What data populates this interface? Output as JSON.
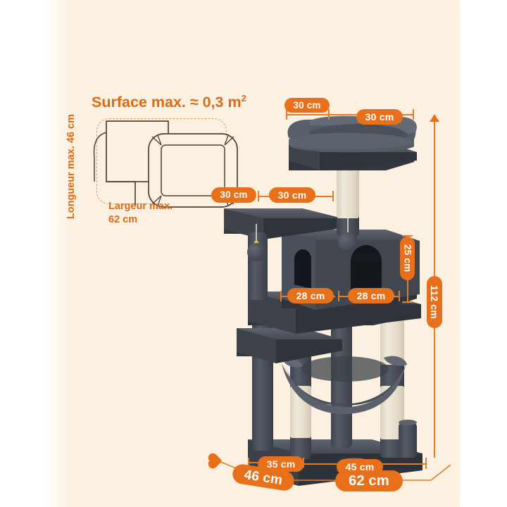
{
  "colors": {
    "background": "#ffffff",
    "panel": "#fcf0e0",
    "accent": "#e8701a",
    "accent_line": "#e07c2a",
    "fur_dark": "#4a4f59",
    "fur_mid": "#5a6069",
    "sisal": "#e8e2d2"
  },
  "inset": {
    "title_main": "Surface max. ≈  0,3 m",
    "title_sup": "2",
    "length_label": "Longueur\nmax. 46 cm",
    "width_label_line1": "Largeur max.",
    "width_label_line2": "62 cm"
  },
  "dimensions": {
    "top_left": "30 cm",
    "top_right": "30 cm",
    "mid_left": "30 cm",
    "mid_right": "30 cm",
    "condo_height": "25 cm",
    "shelf_left": "28 cm",
    "shelf_right": "28 cm",
    "total_height": "112 cm",
    "base_depth_small": "35 cm",
    "base_width_small": "45 cm",
    "base_depth_large": "46 cm",
    "base_width_large": "62 cm"
  }
}
